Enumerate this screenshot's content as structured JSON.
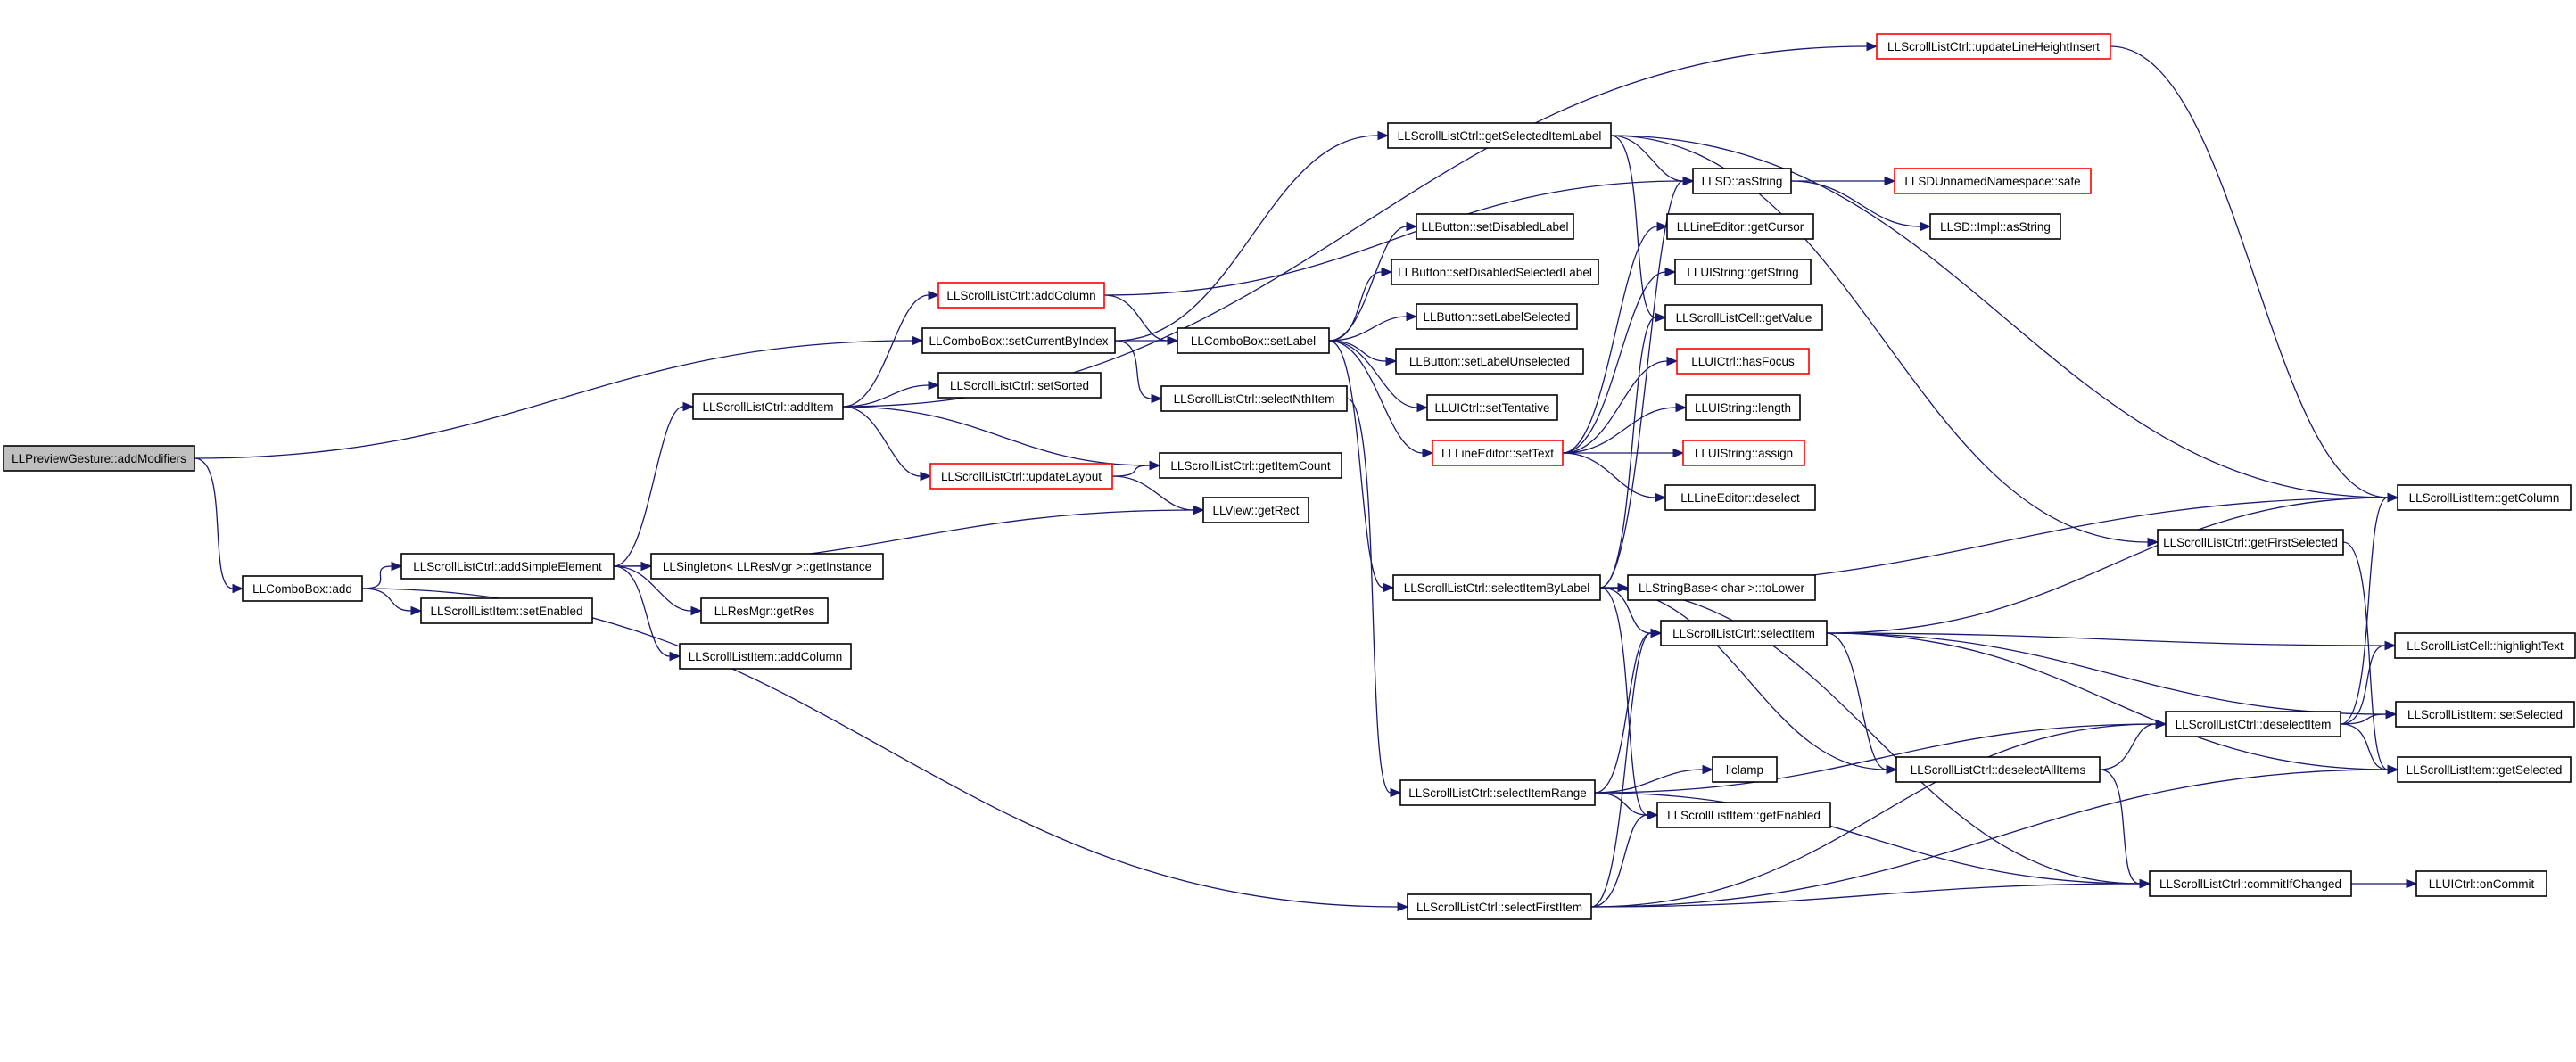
{
  "colors": {
    "edge": "#191970",
    "node_border": "#000000",
    "truncated_border": "#ff0000",
    "root_fill": "#bfbfbf",
    "node_fill": "#ffffff"
  },
  "nodes": [
    {
      "id": "add_modifiers",
      "label": "LLPreviewGesture::addModifiers",
      "style": "root"
    },
    {
      "id": "combo_add",
      "label": "LLComboBox::add",
      "style": "normal"
    },
    {
      "id": "add_simple",
      "label": "LLScrollListCtrl::addSimpleElement",
      "style": "normal"
    },
    {
      "id": "item_setEnabled",
      "label": "LLScrollListItem::setEnabled",
      "style": "normal"
    },
    {
      "id": "singleton",
      "label": "LLSingleton< LLResMgr >::getInstance",
      "style": "normal"
    },
    {
      "id": "getres",
      "label": "LLResMgr::getRes",
      "style": "normal"
    },
    {
      "id": "item_addColumn",
      "label": "LLScrollListItem::addColumn",
      "style": "normal"
    },
    {
      "id": "addItem",
      "label": "LLScrollListCtrl::addItem",
      "style": "normal"
    },
    {
      "id": "ctrl_addColumn",
      "label": "LLScrollListCtrl::addColumn",
      "style": "truncated"
    },
    {
      "id": "setSorted",
      "label": "LLScrollListCtrl::setSorted",
      "style": "normal"
    },
    {
      "id": "updateLayout",
      "label": "LLScrollListCtrl::updateLayout",
      "style": "truncated"
    },
    {
      "id": "setCurrentByIndex",
      "label": "LLComboBox::setCurrentByIndex",
      "style": "normal"
    },
    {
      "id": "getItemCount",
      "label": "LLScrollListCtrl::getItemCount",
      "style": "normal"
    },
    {
      "id": "getRect",
      "label": "LLView::getRect",
      "style": "normal"
    },
    {
      "id": "selectNthItem",
      "label": "LLScrollListCtrl::selectNthItem",
      "style": "normal"
    },
    {
      "id": "setLabel",
      "label": "LLComboBox::setLabel",
      "style": "normal"
    },
    {
      "id": "updateLineHeightInsert",
      "label": "LLScrollListCtrl::updateLineHeightInsert",
      "style": "truncated"
    },
    {
      "id": "getSelectedItemLabel",
      "label": "LLScrollListCtrl::getSelectedItemLabel",
      "style": "normal"
    },
    {
      "id": "btn_setDisabledLabel",
      "label": "LLButton::setDisabledLabel",
      "style": "normal"
    },
    {
      "id": "btn_setDisabledSelectedLabel",
      "label": "LLButton::setDisabledSelectedLabel",
      "style": "normal"
    },
    {
      "id": "btn_setLabelSelected",
      "label": "LLButton::setLabelSelected",
      "style": "normal"
    },
    {
      "id": "btn_setLabelUnselected",
      "label": "LLButton::setLabelUnselected",
      "style": "normal"
    },
    {
      "id": "setTentative",
      "label": "LLUICtrl::setTentative",
      "style": "normal"
    },
    {
      "id": "le_setText",
      "label": "LLLineEditor::setText",
      "style": "truncated"
    },
    {
      "id": "selectItemByLabel",
      "label": "LLScrollListCtrl::selectItemByLabel",
      "style": "normal"
    },
    {
      "id": "selectItemRange",
      "label": "LLScrollListCtrl::selectItemRange",
      "style": "normal"
    },
    {
      "id": "selectFirstItem",
      "label": "LLScrollListCtrl::selectFirstItem",
      "style": "normal"
    },
    {
      "id": "asString",
      "label": "LLSD::asString",
      "style": "normal"
    },
    {
      "id": "safe",
      "label": "LLSDUnnamedNamespace::safe",
      "style": "truncated"
    },
    {
      "id": "impl_asString",
      "label": "LLSD::Impl::asString",
      "style": "normal"
    },
    {
      "id": "getCursor",
      "label": "LLLineEditor::getCursor",
      "style": "normal"
    },
    {
      "id": "uistring_getString",
      "label": "LLUIString::getString",
      "style": "normal"
    },
    {
      "id": "cell_getValue",
      "label": "LLScrollListCell::getValue",
      "style": "normal"
    },
    {
      "id": "hasFocus",
      "label": "LLUICtrl::hasFocus",
      "style": "truncated"
    },
    {
      "id": "uistring_length",
      "label": "LLUIString::length",
      "style": "normal"
    },
    {
      "id": "uistring_assign",
      "label": "LLUIString::assign",
      "style": "truncated"
    },
    {
      "id": "le_deselect",
      "label": "LLLineEditor::deselect",
      "style": "normal"
    },
    {
      "id": "toLower",
      "label": "LLStringBase< char >::toLower",
      "style": "normal"
    },
    {
      "id": "selectItem",
      "label": "LLScrollListCtrl::selectItem",
      "style": "normal"
    },
    {
      "id": "llclamp",
      "label": "llclamp",
      "style": "normal"
    },
    {
      "id": "getEnabled",
      "label": "LLScrollListItem::getEnabled",
      "style": "normal"
    },
    {
      "id": "deselectAllItems",
      "label": "LLScrollListCtrl::deselectAllItems",
      "style": "normal"
    },
    {
      "id": "getFirstSelected",
      "label": "LLScrollListCtrl::getFirstSelected",
      "style": "normal"
    },
    {
      "id": "deselectItem",
      "label": "LLScrollListCtrl::deselectItem",
      "style": "normal"
    },
    {
      "id": "commitIfChanged",
      "label": "LLScrollListCtrl::commitIfChanged",
      "style": "normal"
    },
    {
      "id": "onCommit",
      "label": "LLUICtrl::onCommit",
      "style": "normal"
    },
    {
      "id": "getColumn",
      "label": "LLScrollListItem::getColumn",
      "style": "normal"
    },
    {
      "id": "highlightText",
      "label": "LLScrollListCell::highlightText",
      "style": "normal"
    },
    {
      "id": "item_setSelected",
      "label": "LLScrollListItem::setSelected",
      "style": "normal"
    },
    {
      "id": "getSelected",
      "label": "LLScrollListItem::getSelected",
      "style": "normal"
    }
  ],
  "edges": [
    [
      "add_modifiers",
      "combo_add"
    ],
    [
      "add_modifiers",
      "setCurrentByIndex"
    ],
    [
      "combo_add",
      "add_simple"
    ],
    [
      "combo_add",
      "item_setEnabled"
    ],
    [
      "combo_add",
      "selectFirstItem"
    ],
    [
      "add_simple",
      "addItem"
    ],
    [
      "add_simple",
      "singleton"
    ],
    [
      "add_simple",
      "getres"
    ],
    [
      "add_simple",
      "item_addColumn"
    ],
    [
      "add_simple",
      "getRect"
    ],
    [
      "addItem",
      "ctrl_addColumn"
    ],
    [
      "addItem",
      "setSorted"
    ],
    [
      "addItem",
      "updateLayout"
    ],
    [
      "addItem",
      "getItemCount"
    ],
    [
      "addItem",
      "updateLineHeightInsert"
    ],
    [
      "ctrl_addColumn",
      "setLabel"
    ],
    [
      "ctrl_addColumn",
      "asString"
    ],
    [
      "updateLayout",
      "getItemCount"
    ],
    [
      "updateLayout",
      "getRect"
    ],
    [
      "setCurrentByIndex",
      "setLabel"
    ],
    [
      "setCurrentByIndex",
      "selectNthItem"
    ],
    [
      "setCurrentByIndex",
      "getSelectedItemLabel"
    ],
    [
      "selectNthItem",
      "selectItemRange"
    ],
    [
      "setLabel",
      "btn_setDisabledLabel"
    ],
    [
      "setLabel",
      "btn_setDisabledSelectedLabel"
    ],
    [
      "setLabel",
      "btn_setLabelSelected"
    ],
    [
      "setLabel",
      "btn_setLabelUnselected"
    ],
    [
      "setLabel",
      "setTentative"
    ],
    [
      "setLabel",
      "le_setText"
    ],
    [
      "setLabel",
      "selectItemByLabel"
    ],
    [
      "getSelectedItemLabel",
      "asString"
    ],
    [
      "getSelectedItemLabel",
      "cell_getValue"
    ],
    [
      "getSelectedItemLabel",
      "getFirstSelected"
    ],
    [
      "getSelectedItemLabel",
      "getColumn"
    ],
    [
      "asString",
      "safe"
    ],
    [
      "asString",
      "impl_asString"
    ],
    [
      "le_setText",
      "getCursor"
    ],
    [
      "le_setText",
      "uistring_getString"
    ],
    [
      "le_setText",
      "hasFocus"
    ],
    [
      "le_setText",
      "uistring_length"
    ],
    [
      "le_setText",
      "uistring_assign"
    ],
    [
      "le_setText",
      "le_deselect"
    ],
    [
      "selectItemByLabel",
      "asString"
    ],
    [
      "selectItemByLabel",
      "cell_getValue"
    ],
    [
      "selectItemByLabel",
      "toLower"
    ],
    [
      "selectItemByLabel",
      "selectItem"
    ],
    [
      "selectItemByLabel",
      "getEnabled"
    ],
    [
      "selectItemByLabel",
      "deselectAllItems"
    ],
    [
      "selectItemByLabel",
      "commitIfChanged"
    ],
    [
      "selectItemByLabel",
      "getColumn"
    ],
    [
      "selectItemRange",
      "llclamp"
    ],
    [
      "selectItemRange",
      "getEnabled"
    ],
    [
      "selectItemRange",
      "selectItem"
    ],
    [
      "selectItemRange",
      "deselectItem"
    ],
    [
      "selectItemRange",
      "commitIfChanged"
    ],
    [
      "selectFirstItem",
      "selectItem"
    ],
    [
      "selectFirstItem",
      "getEnabled"
    ],
    [
      "selectFirstItem",
      "deselectItem"
    ],
    [
      "selectFirstItem",
      "commitIfChanged"
    ],
    [
      "selectFirstItem",
      "getSelected"
    ],
    [
      "selectItem",
      "deselectAllItems"
    ],
    [
      "selectItem",
      "getColumn"
    ],
    [
      "selectItem",
      "highlightText"
    ],
    [
      "selectItem",
      "item_setSelected"
    ],
    [
      "selectItem",
      "getSelected"
    ],
    [
      "deselectAllItems",
      "deselectItem"
    ],
    [
      "deselectAllItems",
      "commitIfChanged"
    ],
    [
      "deselectItem",
      "getColumn"
    ],
    [
      "deselectItem",
      "highlightText"
    ],
    [
      "deselectItem",
      "item_setSelected"
    ],
    [
      "deselectItem",
      "getSelected"
    ],
    [
      "getFirstSelected",
      "getSelected"
    ],
    [
      "commitIfChanged",
      "onCommit"
    ],
    [
      "updateLineHeightInsert",
      "getColumn"
    ]
  ]
}
